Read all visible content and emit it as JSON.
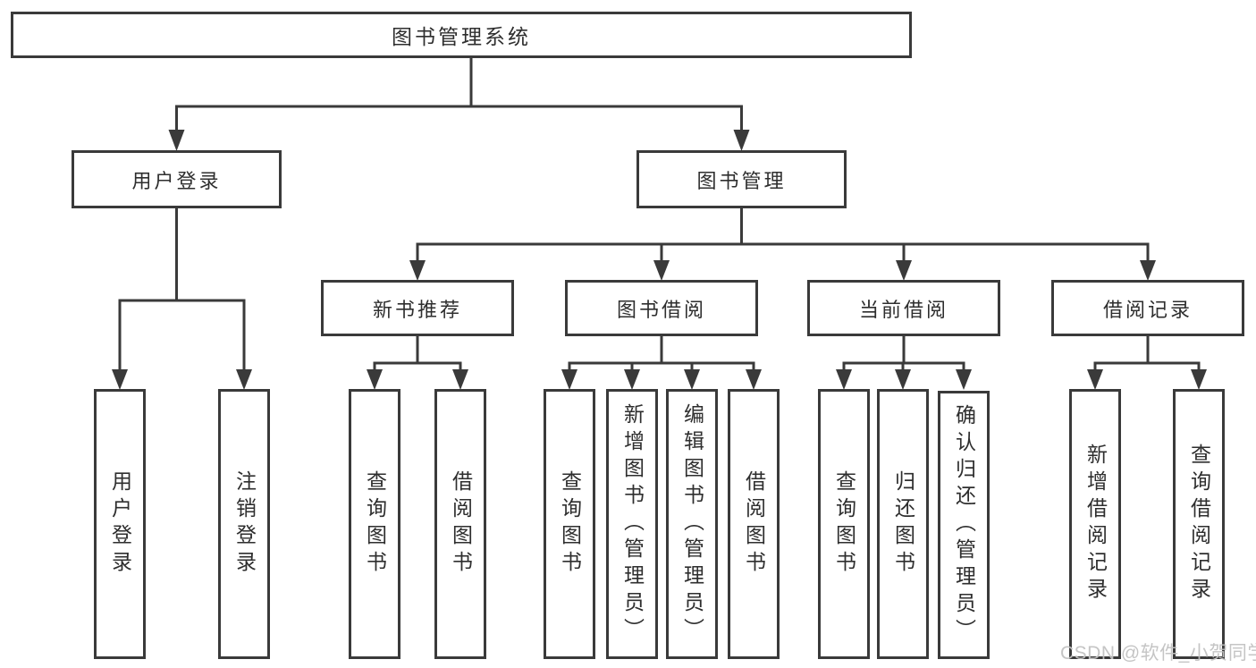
{
  "diagram": {
    "title_node": "图书管理系统",
    "level2": {
      "user_login": "用户登录",
      "book_management": "图书管理"
    },
    "level3": {
      "new_book_recommend": "新书推荐",
      "book_borrow": "图书借阅",
      "current_borrow": "当前借阅",
      "borrow_records": "借阅记录"
    },
    "leaves": {
      "user_login": "用户登录",
      "logout": "注销登录",
      "nb_query_books": "查询图书",
      "nb_borrow_books": "借阅图书",
      "bb_query_books": "查询图书",
      "bb_add_books_admin": "新增图书（管理员）",
      "bb_edit_books_admin": "编辑图书（管理员）",
      "bb_borrow_books": "借阅图书",
      "cb_query_books": "查询图书",
      "cb_return_books": "归还图书",
      "cb_confirm_return_admin": "确认归还（管理员）",
      "br_add_record": "新增借阅记录",
      "br_query_record": "查询借阅记录"
    },
    "watermark": "CSDN @软件_小贺同学",
    "colors": {
      "line": "#3a3a3a",
      "text": "#2e2e2e",
      "background": "#ffffff",
      "watermark": "#c2c2c2"
    }
  }
}
